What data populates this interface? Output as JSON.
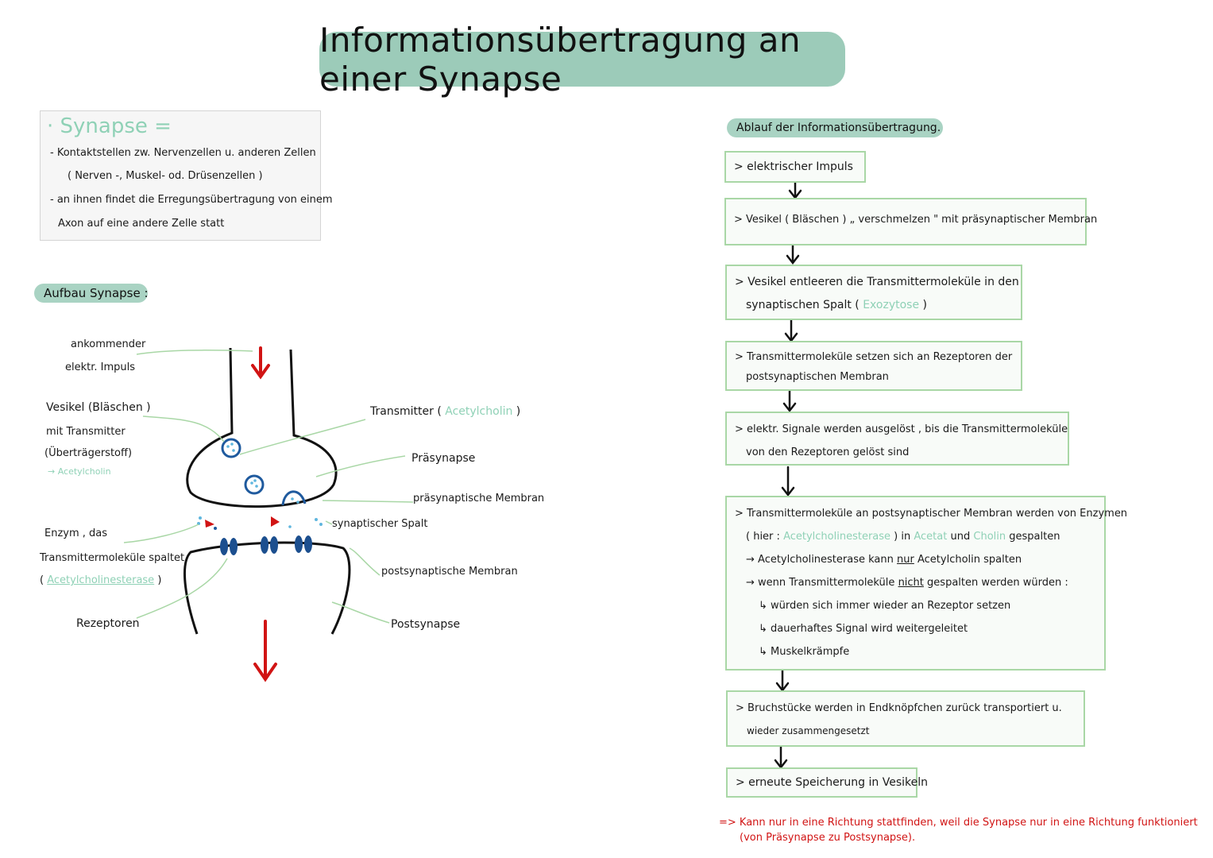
{
  "title": "Informationsübertragung an einer Synapse",
  "definition": {
    "heading": "· Synapse =",
    "line1": "- Kontaktstellen zw. Nervenzellen u. anderen Zellen",
    "line2": "( Nerven -, Muskel- od. Drüsenzellen )",
    "line3": "- an ihnen findet die Erregungsübertragung von einem",
    "line4": "Axon auf eine andere Zelle statt"
  },
  "aufbau": {
    "heading": "Aufbau Synapse :",
    "impulse_1": "ankommender",
    "impulse_2": "elektr. Impuls",
    "vesikel_1": "Vesikel (Bläschen )",
    "vesikel_2": "mit Transmitter",
    "vesikel_3": "(Überträgerstoff)",
    "vesikel_4": "→ Acetylcholin",
    "enzym_1": "Enzym , das",
    "enzym_2": "Transmittermoleküle spaltet",
    "enzym_3a": "(",
    "enzym_3b": "Acetylcholinesterase",
    "enzym_3c": ")",
    "rezeptoren": "Rezeptoren",
    "transmitter_a": "Transmitter (",
    "transmitter_b": "Acetylcholin",
    "transmitter_c": ")",
    "praesynapse": "Präsynapse",
    "praes_membran": "präsynaptische Membran",
    "spalt": "synaptischer Spalt",
    "posts_membran": "postsynaptische Membran",
    "postsynapse": "Postsynapse"
  },
  "ablauf": {
    "heading": "Ablauf der Informationsübertragung.",
    "step1": "> elektrischer Impuls",
    "step2": "> Vesikel ( Bläschen ) „ verschmelzen \" mit präsynaptischer Membran",
    "step3_l1": "> Vesikel entleeren die Transmittermoleküle in den",
    "step3_l2a": "synaptischen Spalt (",
    "step3_l2b": "Exozytose",
    "step3_l2c": ")",
    "step4_l1": "> Transmittermoleküle setzen sich an Rezeptoren der",
    "step4_l2": "postsynaptischen Membran",
    "step5_l1": "> elektr. Signale werden ausgelöst , bis die Transmittermoleküle",
    "step5_l2": "von den Rezeptoren gelöst sind",
    "step6_l1": "> Transmittermoleküle an postsynaptischer Membran werden von Enzymen",
    "step6_l2a": "( hier :",
    "step6_l2b": "Acetylcholinesterase",
    "step6_l2c": ") in",
    "step6_l2d": "Acetat",
    "step6_l2e": "und",
    "step6_l2f": "Cholin",
    "step6_l2g": "gespalten",
    "step6_l3a": "→ Acetylcholinesterase kann",
    "step6_l3b": "nur",
    "step6_l3c": "Acetylcholin spalten",
    "step6_l4a": "→ wenn Transmittermoleküle",
    "step6_l4b": "nicht",
    "step6_l4c": "gespalten werden würden :",
    "step6_l5": "↳ würden sich immer wieder an Rezeptor setzen",
    "step6_l6": "↳ dauerhaftes Signal wird weitergeleitet",
    "step6_l7": "↳ Muskelkrämpfe",
    "step7_l1": "> Bruchstücke werden in Endknöpfchen zurück transportiert u.",
    "step7_l2": "wieder zusammengesetzt",
    "step8": "> erneute Speicherung in Vesikeln"
  },
  "conclusion": {
    "line1": "=> Kann nur in eine Richtung stattfinden, weil die Synapse nur in eine Richtung funktioniert",
    "line2": "(von Präsynapse zu Postsynapse)."
  },
  "colors": {
    "title_bg": "#9ccbb9",
    "accent_green": "#8fd1b6",
    "box_border": "#a9d7a6",
    "arrow_red": "#d11414",
    "vesicle_blue": "#1f5a9e",
    "receptor_blue": "#1c4f8f"
  }
}
